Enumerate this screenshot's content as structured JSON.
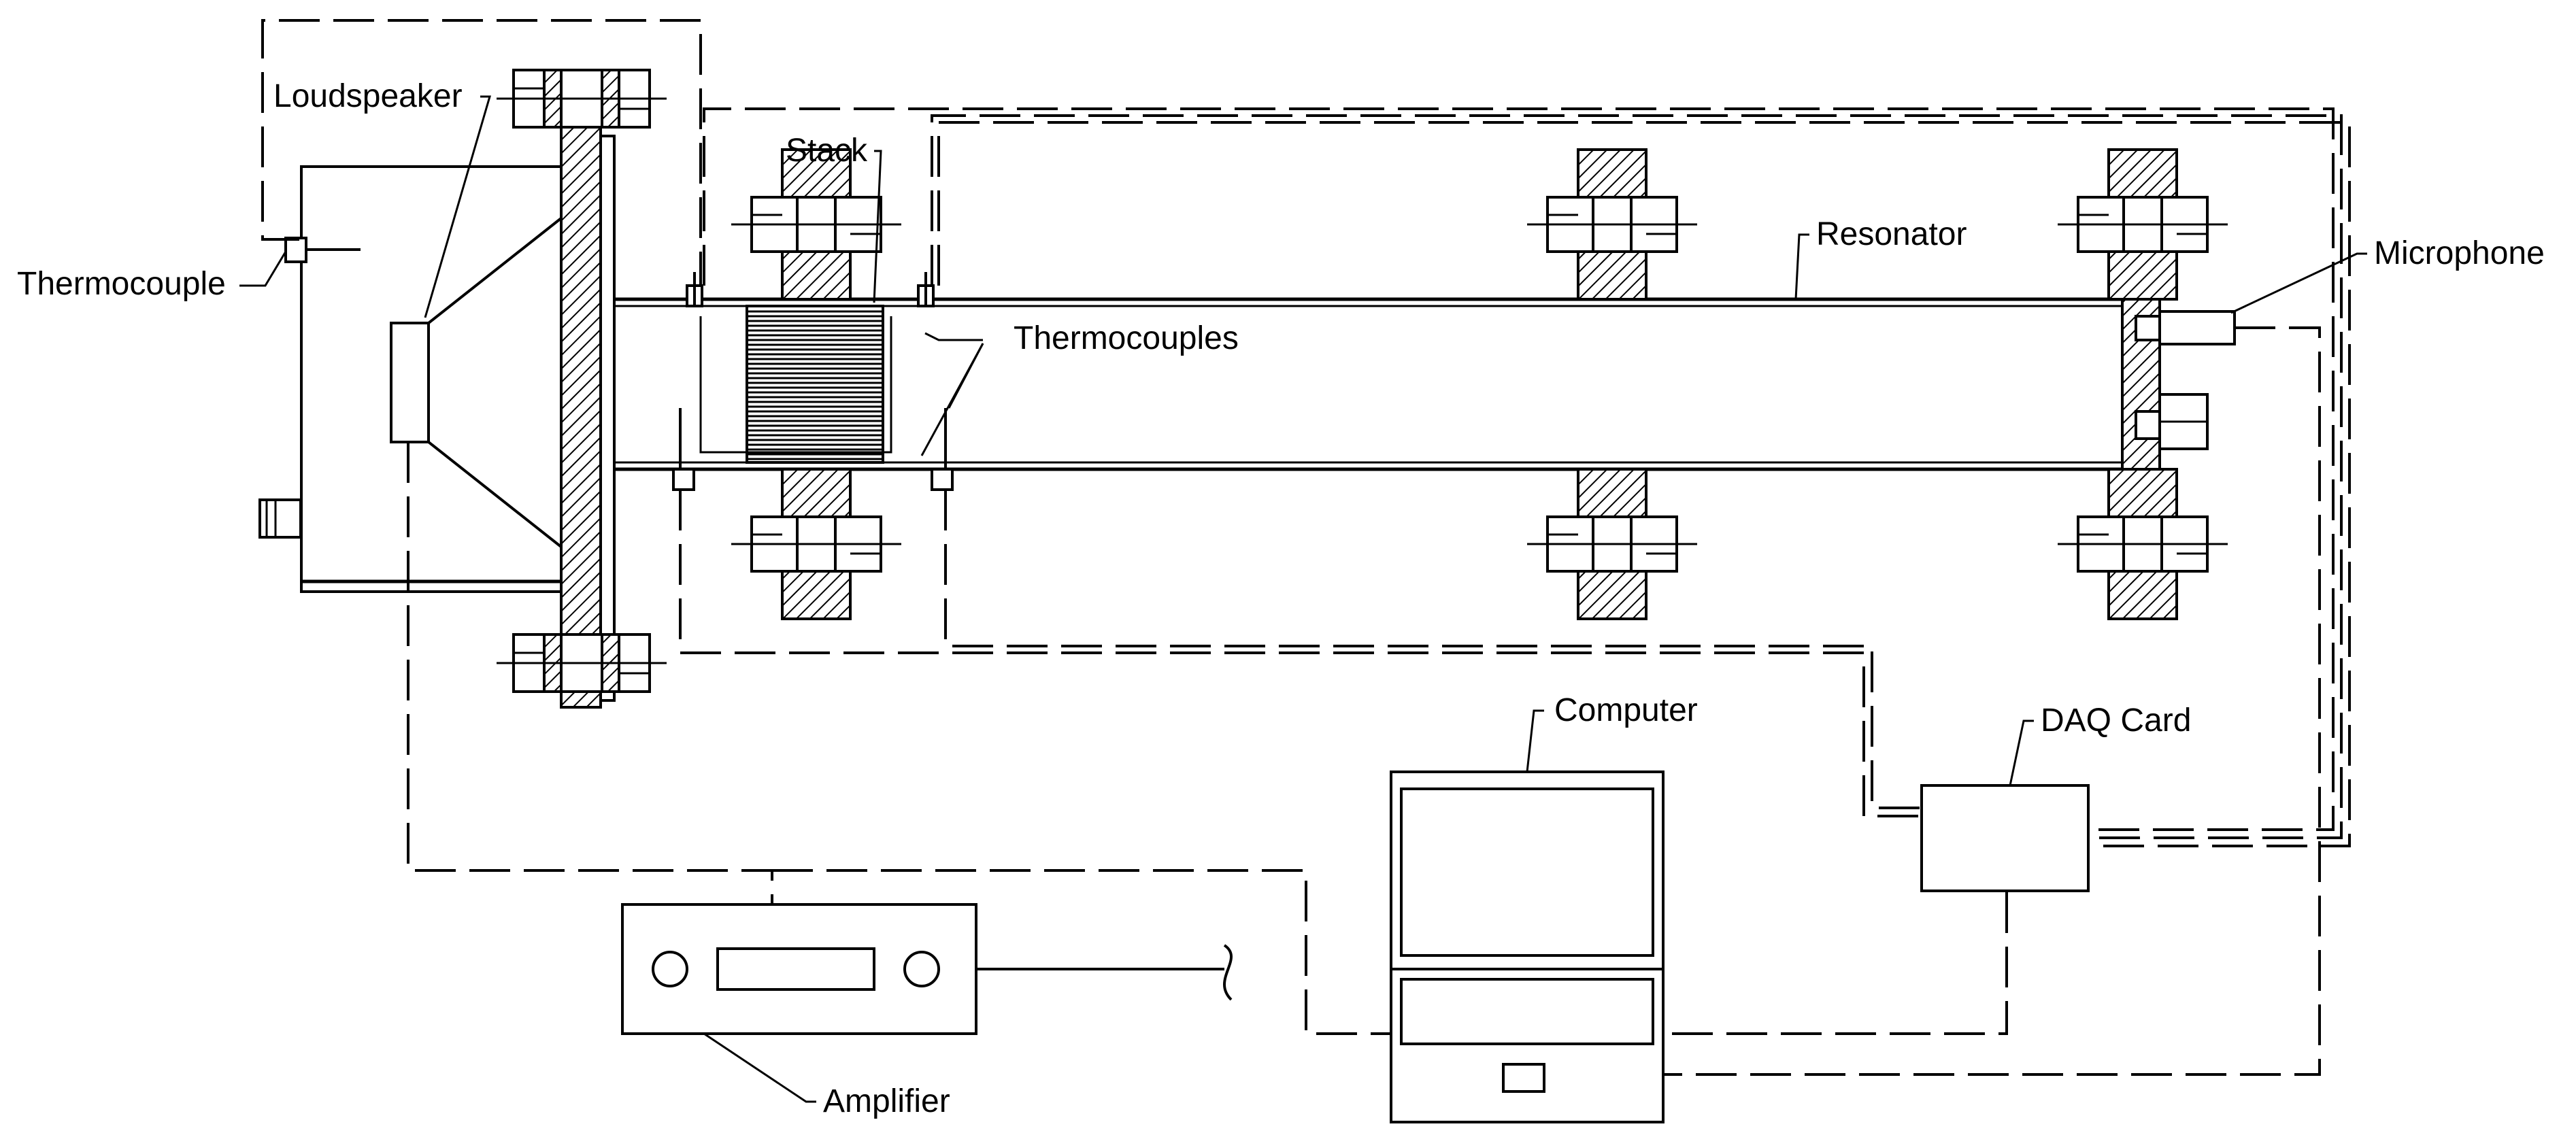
{
  "labels": {
    "loudspeaker": "Loudspeaker",
    "thermocouple": "Thermocouple",
    "stack": "Stack",
    "thermocouples": "Thermocouples",
    "resonator": "Resonator",
    "microphone": "Microphone",
    "computer": "Computer",
    "daq_card": "DAQ Card",
    "amplifier": "Amplifier"
  }
}
